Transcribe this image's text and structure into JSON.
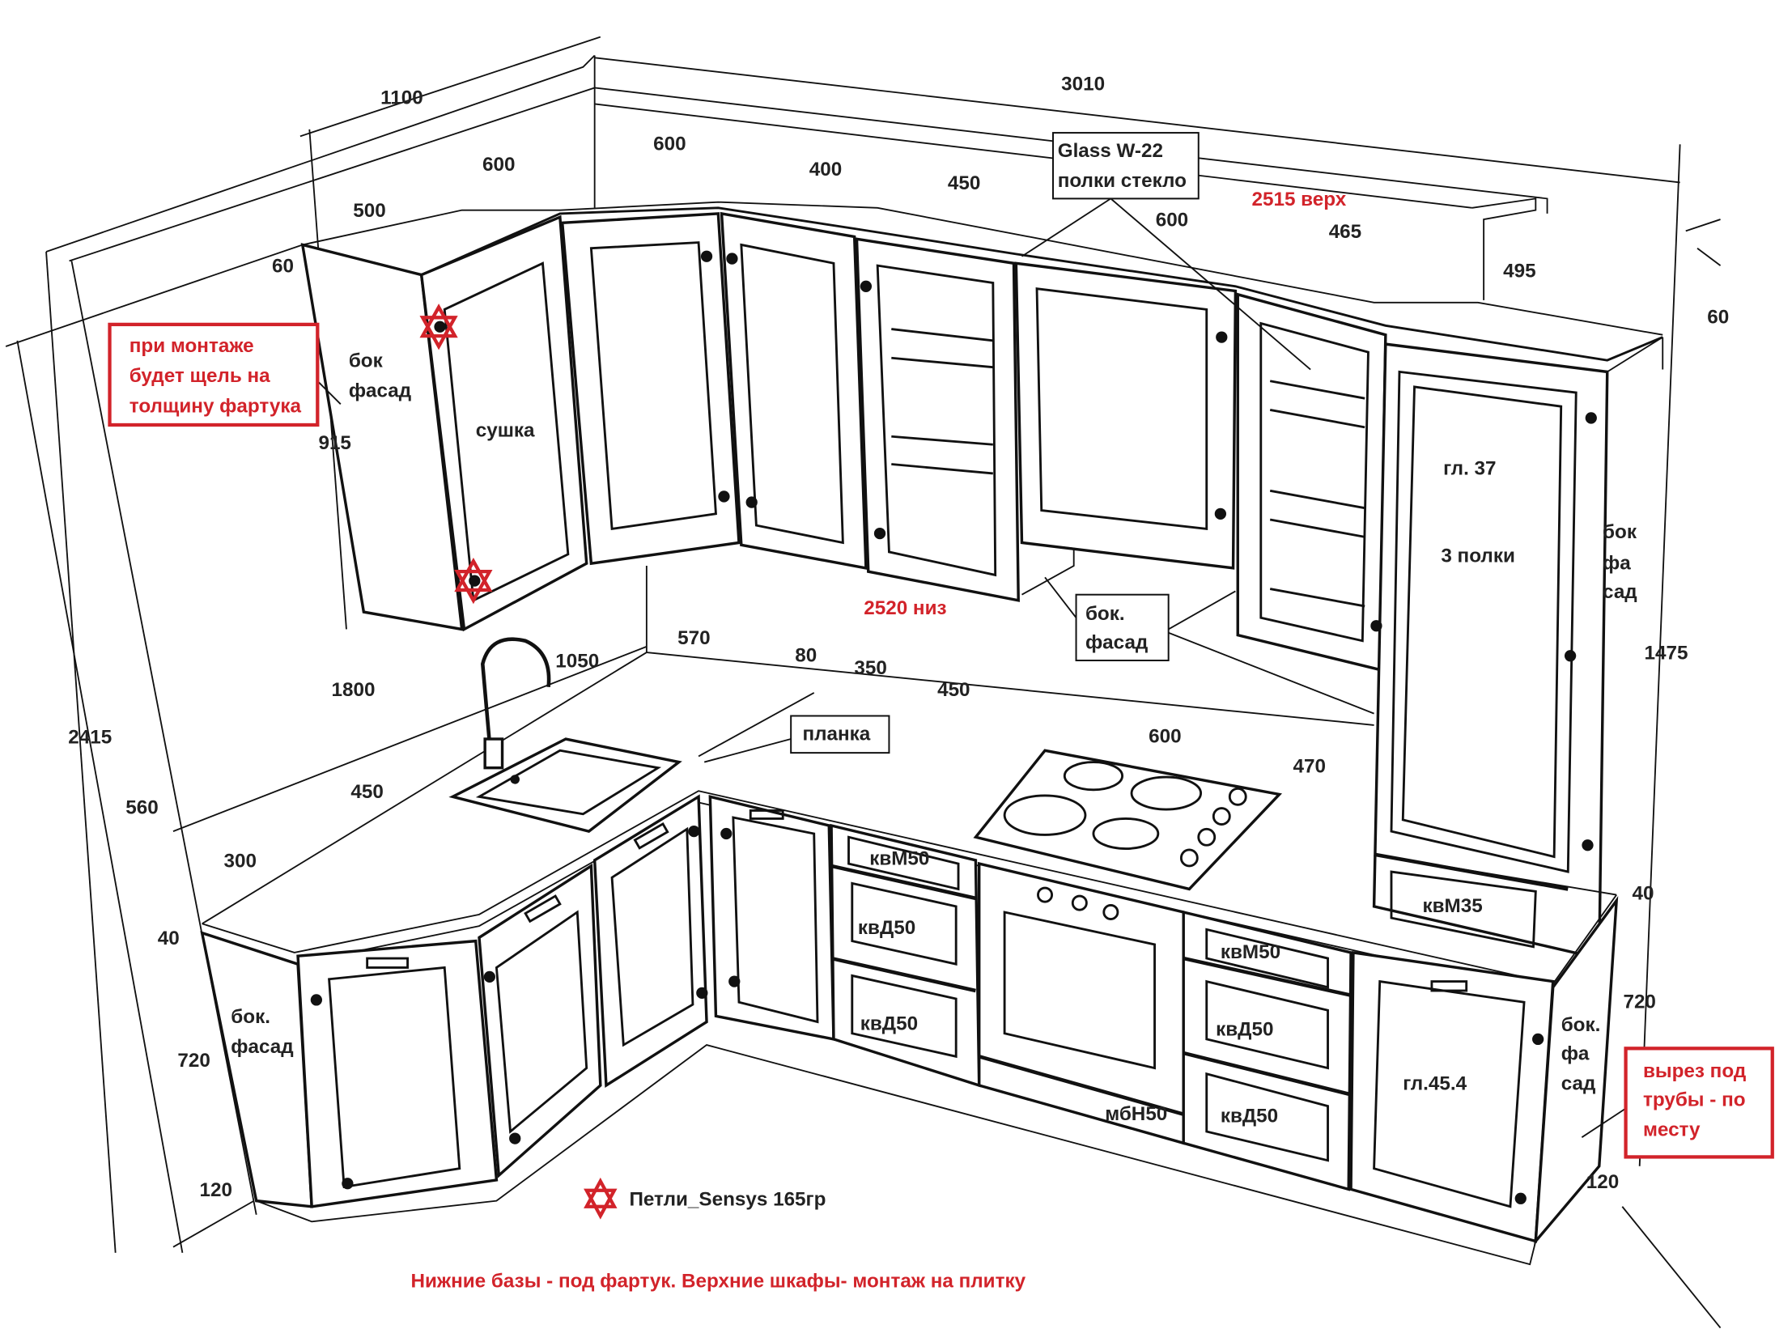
{
  "dimensions": {
    "top_1100": "1100",
    "top_3010": "3010",
    "upper_600_a": "600",
    "upper_600_b": "600",
    "upper_400": "400",
    "upper_450": "450",
    "upper_500": "500",
    "upper_60_left": "60",
    "upper_600_c": "600",
    "upper_465": "465",
    "upper_495": "495",
    "upper_60_right": "60",
    "height_915": "915",
    "height_1475": "1475",
    "counter_1050": "1050",
    "counter_570": "570",
    "counter_80": "80",
    "counter_350": "350",
    "counter_450_a": "450",
    "counter_1800": "1800",
    "total_2415": "2415",
    "hob_600": "600",
    "counter_470": "470",
    "counter_450_b": "450",
    "apron_560": "560",
    "counter_300": "300",
    "top_40_right": "40",
    "top_40_left": "40",
    "base_720_right": "720",
    "base_720_left": "720",
    "plinth_120_left": "120",
    "plinth_120_right": "120"
  },
  "heights": {
    "top": "2515 верх",
    "bottom": "2520 низ"
  },
  "callouts": {
    "glass": [
      "Glass W-22",
      "полки стекло"
    ],
    "side_facade_box": [
      "бок.",
      "фасад"
    ],
    "plank": "планка"
  },
  "labels": {
    "side_facade_upper_left": [
      "бок",
      "фасад"
    ],
    "dryer": "сушка",
    "tall_depth": "гл. 37",
    "tall_shelves": "3 полки",
    "side_facade_tall": [
      "бок",
      "фа",
      "сад"
    ],
    "side_facade_lower_left": [
      "бок.",
      "фасад"
    ],
    "side_facade_lower_right": [
      "бок.",
      "фа",
      "сад"
    ],
    "drawer_kvM50_a": "квМ50",
    "drawer_kvD50_a": "квД50",
    "drawer_kvD50_b": "квД50",
    "drawer_kvM35": "квМ35",
    "drawer_kvM50_b": "квМ50",
    "drawer_kvD50_c": "квД50",
    "drawer_kvD50_d": "квД50",
    "drawer_mbN50": "мбН50",
    "base_depth": "гл.45.4"
  },
  "notes": {
    "gap_note": [
      "при монтаже",
      "будет щель на",
      "толщину фартука"
    ],
    "pipe_note": [
      "вырез под",
      "трубы - по",
      "месту"
    ],
    "legend_hinges": "Петли_Sensys 165гр",
    "footer": "Нижние базы  - под фартук. Верхние шкафы-  монтаж на плитку"
  },
  "colors": {
    "accent_red": "#d2232a",
    "line": "#111111"
  }
}
